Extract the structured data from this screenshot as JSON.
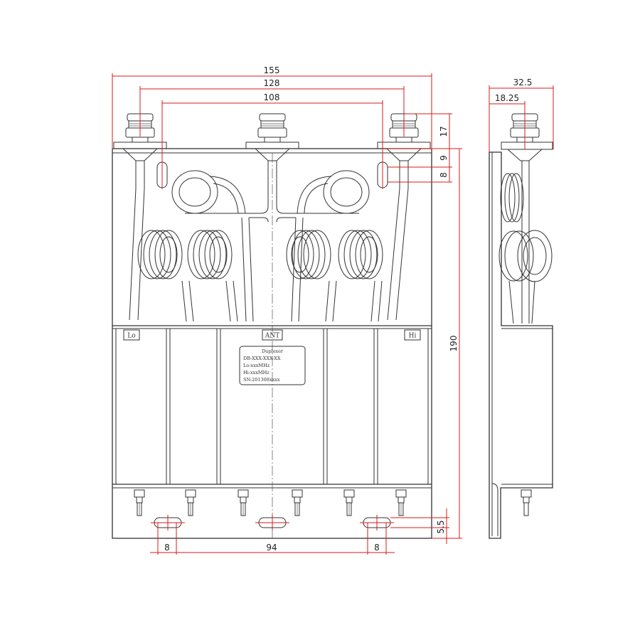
{
  "dimensions": {
    "overall_width": "155",
    "connector_span_outer": "128",
    "connector_span_inner": "108",
    "connector_height": "17",
    "slot_offset": "9",
    "slot_length": "8",
    "overall_height": "190",
    "side_depth": "32.5",
    "side_connector_offset": "18.25",
    "mount_slot_width_left": "8",
    "mount_slot_spacing": "94",
    "mount_slot_width_right": "8",
    "mount_slot_height": "5.5"
  },
  "labels": {
    "lo": "Lo",
    "ant": "ANT",
    "hi": "Hi"
  },
  "nameplate": {
    "line1": "Duplexer",
    "line2": "DB-XXX-XXX-XX",
    "line3": "Lo:xxxMHz",
    "line4": "Hi:xxxMHz",
    "line5": "SN:201308xxxx"
  },
  "colors": {
    "dimension_lines": "#d81b1b",
    "outline": "#333333"
  }
}
